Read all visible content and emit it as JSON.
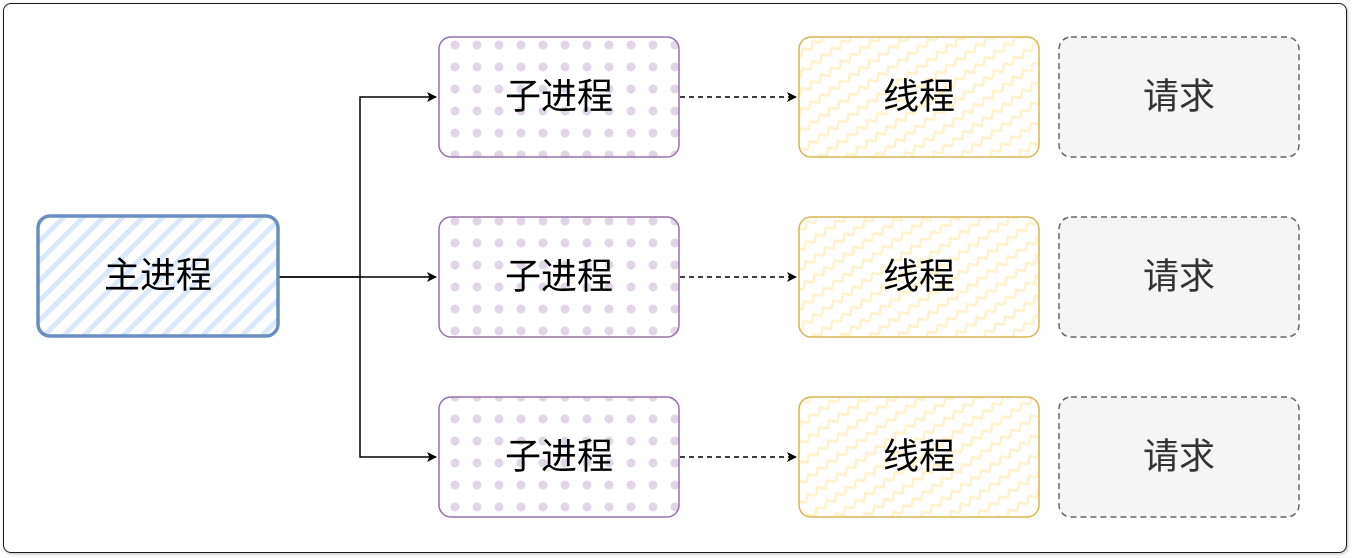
{
  "main": {
    "label": "主进程"
  },
  "rows": [
    {
      "child": "子进程",
      "thread": "线程",
      "request": "请求"
    },
    {
      "child": "子进程",
      "thread": "线程",
      "request": "请求"
    },
    {
      "child": "子进程",
      "thread": "线程",
      "request": "请求"
    }
  ],
  "colors": {
    "main_stroke": "#6c8ebf",
    "main_fill": "#dae8fc",
    "child_stroke": "#9673a6",
    "child_fill": "#e1d5e7",
    "thread_stroke": "#d6b656",
    "thread_fill": "#fff2cc",
    "request_stroke": "#666666",
    "request_fill": "#f5f5f5",
    "text": "#000000",
    "request_text": "#333333"
  }
}
